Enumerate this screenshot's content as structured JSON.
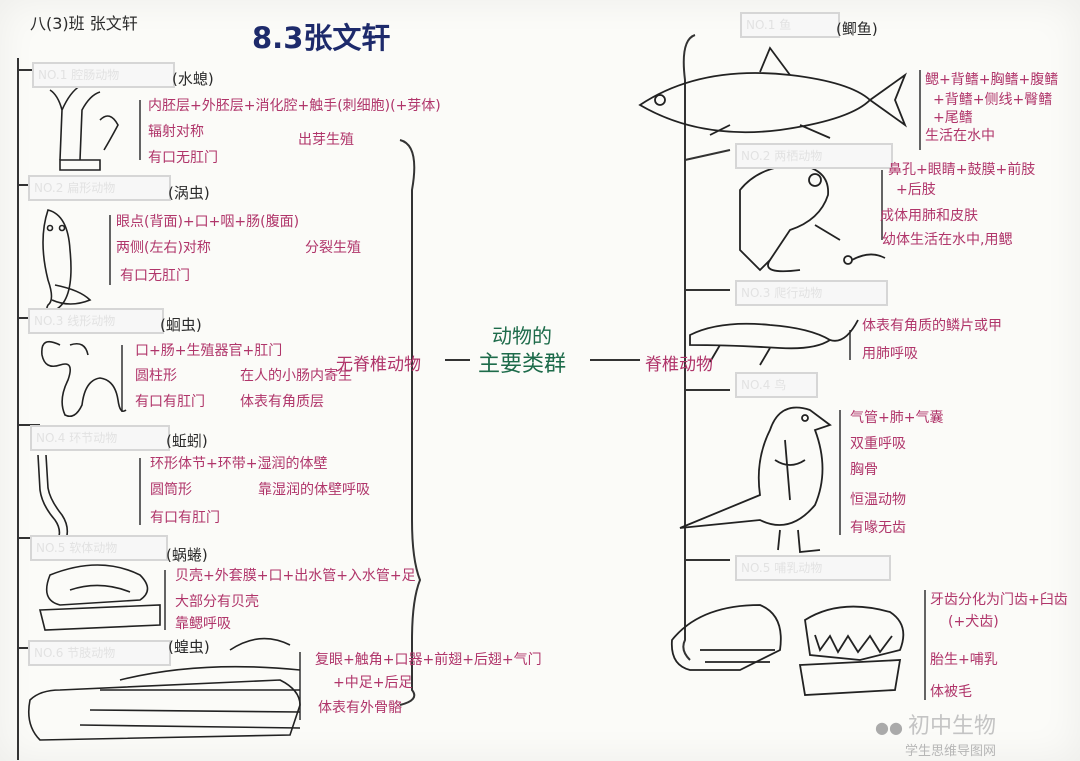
{
  "header": {
    "class_name": "八(3)班 张文轩",
    "title": "8.3张文轩"
  },
  "center": {
    "line1": "动物的",
    "line2": "主要类群"
  },
  "branches": {
    "invertebrate": "无脊椎动物",
    "vertebrate": "脊椎动物"
  },
  "left_groups": [
    {
      "box": "NO.1 腔肠动物",
      "animal": "(水螅)",
      "points": [
        "内胚层+外胚层+消化腔+触手(刺细胞)(+芽体)",
        "辐射对称",
        "有口无肛门",
        "出芽生殖"
      ]
    },
    {
      "box": "NO.2 扁形动物",
      "animal": "(涡虫)",
      "points": [
        "眼点(背面)+口+咽+肠(腹面)",
        "两侧(左右)对称",
        "分裂生殖",
        "有口无肛门"
      ]
    },
    {
      "box": "NO.3 线形动物",
      "animal": "(蛔虫)",
      "points": [
        "口+肠+生殖器官+肛门",
        "圆柱形",
        "在人的小肠内寄生",
        "有口有肛门",
        "体表有角质层"
      ]
    },
    {
      "box": "NO.4 环节动物",
      "animal": "(蚯蚓)",
      "points": [
        "环形体节+环带+湿润的体壁",
        "圆筒形",
        "靠湿润的体壁呼吸",
        "有口有肛门"
      ]
    },
    {
      "box": "NO.5 软体动物",
      "animal": "(蜗蜷)",
      "points": [
        "贝壳+外套膜+口+出水管+入水管+足",
        "大部分有贝壳",
        "靠鳃呼吸"
      ]
    },
    {
      "box": "NO.6 节肢动物",
      "animal": "(蝗虫)",
      "points": [
        "复眼+触角+口器+前翅+后翅+气门",
        "+中足+后足",
        "体表有外骨骼"
      ]
    }
  ],
  "right_groups": [
    {
      "box": "NO.1 鱼",
      "animal": "(鲫鱼)",
      "points": [
        "鳃+背鳍+胸鳍+腹鳍",
        "+背鳍+侧线+臀鳍",
        "+尾鳍",
        "生活在水中"
      ]
    },
    {
      "box": "NO.2 两栖动物",
      "animal": "",
      "points": [
        "鼻孔+眼睛+鼓膜+前肢",
        "+后肢",
        "成体用肺和皮肤",
        "幼体生活在水中,用鳃"
      ]
    },
    {
      "box": "NO.3 爬行动物",
      "animal": "",
      "points": [
        "体表有角质的鳞片或甲",
        "用肺呼吸"
      ]
    },
    {
      "box": "NO.4 鸟",
      "animal": "",
      "points": [
        "气管+肺+气囊",
        "双重呼吸",
        "胸骨",
        "恒温动物",
        "有喙无齿"
      ]
    },
    {
      "box": "NO.5 哺乳动物",
      "animal": "",
      "points": [
        "牙齿分化为门齿+臼齿",
        "(+犬齿)",
        "胎生+哺乳",
        "体被毛"
      ]
    }
  ],
  "watermark": {
    "line1": "初中生物",
    "line2": "学生思维导图网"
  }
}
